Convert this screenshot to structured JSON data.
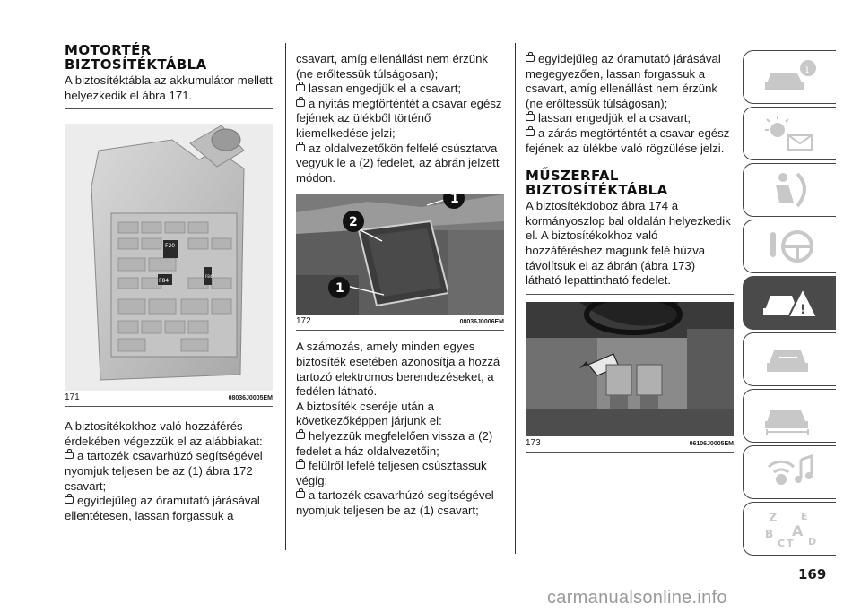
{
  "col1": {
    "heading_line1": "MOTORTÉR",
    "heading_line2": "BIZTOSÍTÉKTÁBLA",
    "intro": "A biztosítéktábla az akkumulátor mellett helyezkedik el ábra 171.",
    "figure": {
      "number": "171",
      "code": "08036J0005EM",
      "labels": [
        "F20",
        "F84",
        "F84"
      ]
    },
    "para": "A biztosítékokhoz való hozzáférés érdekében végezzük el az alábbiakat:",
    "bullets": [
      "a tartozék csavarhúzó segítségével nyomjuk teljesen be az (1) ábra 172 csavart;",
      "egyidejűleg az óramutató járásával ellentétesen, lassan forgassuk a"
    ]
  },
  "col2": {
    "lead": "csavart, amíg ellenállást nem érzünk (ne erőltessük túlságosan);",
    "bullets": [
      "lassan engedjük el a csavart;",
      "a nyitás megtörténtét a csavar egész fejének az ülékből történő kiemelkedése jelzi;",
      "az oldalvezetőkön felfelé csúsztatva vegyük le a (2) fedelet, az ábrán jelzett módon."
    ],
    "figure": {
      "number": "172",
      "code": "08036J0006EM",
      "callouts": [
        "1",
        "2",
        "1"
      ]
    },
    "para1": "A számozás, amely minden egyes biztosíték esetében azonosítja a hozzá tartozó elektromos berendezéseket, a fedélen látható.",
    "para2": "A biztosíték cseréje után a következőképpen járjunk el:",
    "bullets2": [
      "helyezzük megfelelően vissza a (2) fedelet a ház oldalvezetőin;",
      "felülről lefelé teljesen csúsztassuk végig;",
      "a tartozék csavarhúzó segítségével nyomjuk teljesen be az (1) csavart;"
    ]
  },
  "col3": {
    "bullets": [
      "egyidejűleg az óramutató járásával megegyezően, lassan forgassuk a csavart, amíg ellenállást nem érzünk (ne erőltessük túlságosan);",
      "lassan engedjük el a csavart;",
      "a zárás megtörténtét a csavar egész fejének az ülékbe való rögzülése jelzi."
    ],
    "heading_line1": "MŰSZERFAL",
    "heading_line2": "BIZTOSÍTÉKTÁBLA",
    "para": "A biztosítékdoboz ábra 174 a kormányoszlop bal oldalán helyezkedik el. A biztosítékokhoz való hozzáféréshez magunk felé húzva távolítsuk el az ábrán (ábra 173) látható lepattintható fedelet.",
    "figure": {
      "number": "173",
      "code": "06106J0005EM"
    }
  },
  "sidebar": {
    "tabs": [
      "car-info-icon",
      "warning-lights-icon",
      "seat-safety-icon",
      "steering-start-icon",
      "emergency-icon",
      "maintenance-icon",
      "technical-data-icon",
      "multimedia-icon",
      "index-icon"
    ],
    "index_letters": [
      "Z",
      "E",
      "B",
      "A",
      "C",
      "T",
      "D"
    ],
    "active_index": 4
  },
  "page_number": "169",
  "watermark": "carmanualsonline.info"
}
